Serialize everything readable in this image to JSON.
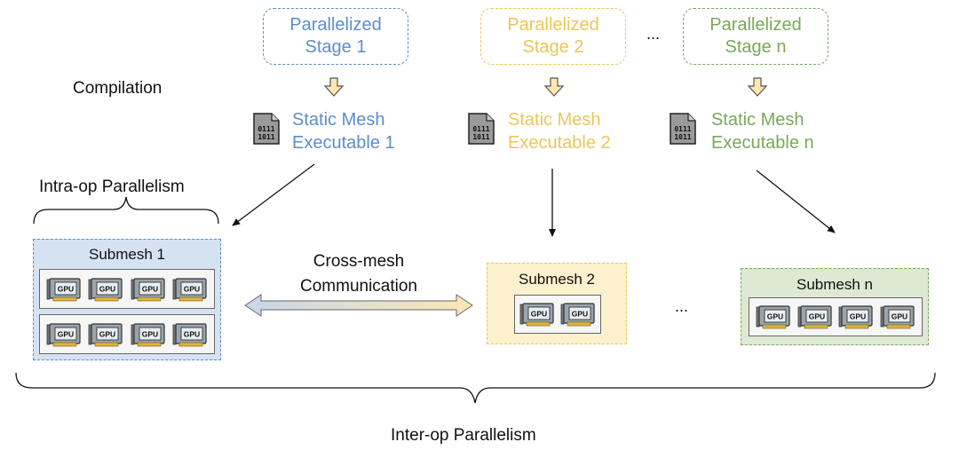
{
  "colors": {
    "stage1": "#5b8ecb",
    "stage2": "#ebc657",
    "stagen": "#78a858",
    "submesh1_fill": "#d5e2f2",
    "submesh2_fill": "#fdf0cc",
    "submeshn_fill": "#dde9d2",
    "gpu_board": "#9aa4ad",
    "gpu_pins": "#e0b33a"
  },
  "stages": [
    {
      "line1": "Parallelized",
      "line2": "Stage 1"
    },
    {
      "line1": "Parallelized",
      "line2": "Stage 2"
    },
    {
      "line1": "Parallelized",
      "line2": "Stage n"
    }
  ],
  "stage_ellipsis": "...",
  "compilation_label": "Compilation",
  "executables": [
    {
      "line1": "Static Mesh",
      "line2": "Executable 1",
      "icon_bits_top": "0111",
      "icon_bits_bottom": "1011"
    },
    {
      "line1": "Static Mesh",
      "line2": "Executable 2",
      "icon_bits_top": "0111",
      "icon_bits_bottom": "1011"
    },
    {
      "line1": "Static Mesh",
      "line2": "Executable n",
      "icon_bits_top": "0111",
      "icon_bits_bottom": "1011"
    }
  ],
  "intra_op_label": "Intra-op Parallelism",
  "cross_mesh_label": {
    "line1": "Cross-mesh",
    "line2": "Communication"
  },
  "submeshes": [
    {
      "title": "Submesh 1",
      "gpu_rows": [
        4,
        4
      ]
    },
    {
      "title": "Submesh 2",
      "gpu_rows": [
        2
      ]
    },
    {
      "title": "Submesh n",
      "gpu_rows": [
        4
      ]
    }
  ],
  "submesh_ellipsis": "...",
  "gpu_label": "GPU",
  "inter_op_label": "Inter-op Parallelism"
}
